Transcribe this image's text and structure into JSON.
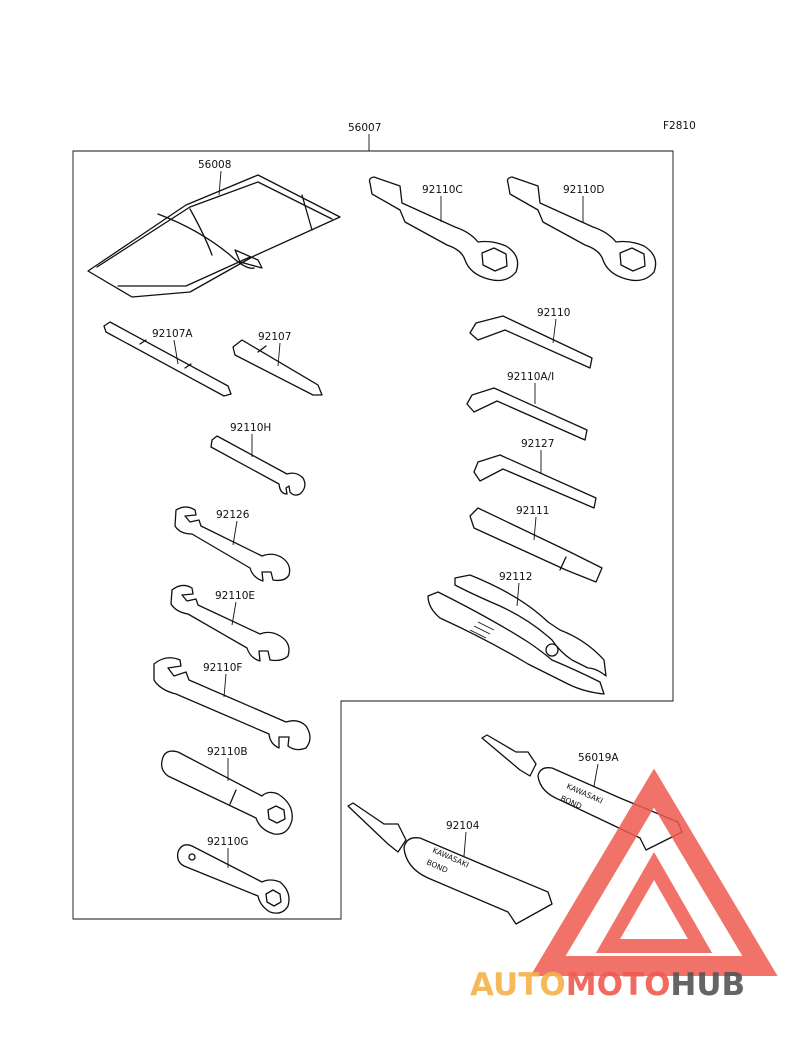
{
  "figure": {
    "figure_code": "F2810",
    "assembly_number": "56007"
  },
  "parts": [
    {
      "number": "56008",
      "item": "tool-bag"
    },
    {
      "number": "92110C",
      "item": "box-wrench-c"
    },
    {
      "number": "92110D",
      "item": "box-wrench-d"
    },
    {
      "number": "92107A",
      "item": "screwdriver-bit-a"
    },
    {
      "number": "92107",
      "item": "screwdriver-bit"
    },
    {
      "number": "92110",
      "item": "hex-key"
    },
    {
      "number": "92110A/I",
      "item": "hex-key-a"
    },
    {
      "number": "92110H",
      "item": "small-wrench-h"
    },
    {
      "number": "92127",
      "item": "hex-key-b"
    },
    {
      "number": "92126",
      "item": "open-wrench"
    },
    {
      "number": "92111",
      "item": "handle-bar"
    },
    {
      "number": "92112",
      "item": "pliers"
    },
    {
      "number": "92110E",
      "item": "open-wrench-e"
    },
    {
      "number": "92110F",
      "item": "open-wrench-f"
    },
    {
      "number": "92110B",
      "item": "socket-wrench-b"
    },
    {
      "number": "92110G",
      "item": "socket-wrench-g"
    },
    {
      "number": "56019A",
      "item": "bond-tube-small"
    },
    {
      "number": "92104",
      "item": "bond-tube-large"
    }
  ],
  "tube_text": {
    "brand": "KAWASAKI",
    "product": "BOND"
  },
  "watermark": {
    "part1": "AUTO",
    "part2": "MOTO",
    "part3": "HUB",
    "color_orange": "#f5b24a",
    "color_red": "#ef5a4f",
    "color_gray": "#555555"
  }
}
